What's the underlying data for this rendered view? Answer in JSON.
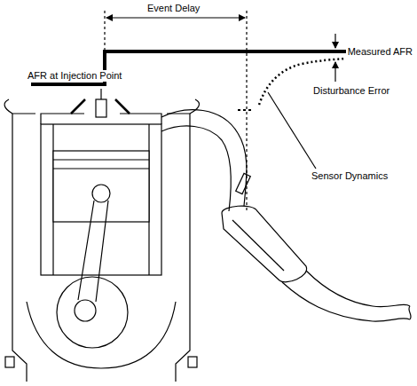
{
  "diagram": {
    "labels": [
      "Event Delay",
      "AFR at Injection Point",
      "Measured AFR",
      "Disturbance Error",
      "Sensor Dynamics"
    ]
  }
}
